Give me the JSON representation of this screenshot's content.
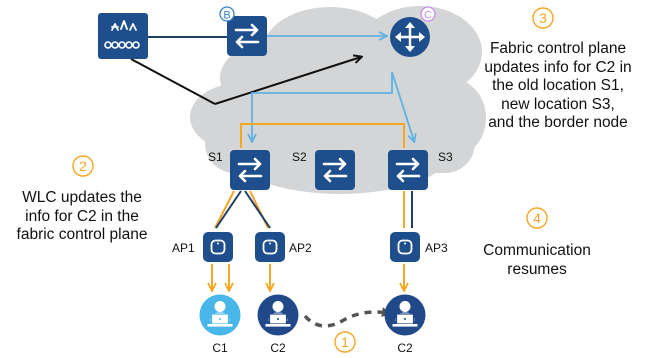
{
  "colors": {
    "cloud": "#d3d5d7",
    "node_blue": "#1e4f8c",
    "orange": "#f5a623",
    "light_blue": "#5fb3e3",
    "dark_blue_line": "#1f3f66",
    "black_arrow": "#111111",
    "client_light": "#49b6ea",
    "client_dark": "#21498a",
    "badge_b": "#3a82c4",
    "badge_c": "#c88ee6",
    "path_gray": "#555555"
  },
  "icons": {
    "wlc": "wlc-icon",
    "switch": "switch-icon",
    "router": "router-icon",
    "access_point": "access-point-icon",
    "client": "laptop-user-icon"
  },
  "badges": {
    "border": "B",
    "control": "C"
  },
  "switches": {
    "s1": "S1",
    "s2": "S2",
    "s3": "S3"
  },
  "access_points": {
    "ap1": "AP1",
    "ap2": "AP2",
    "ap3": "AP3"
  },
  "clients": {
    "c1": "C1",
    "c2_old": "C2",
    "c2_new": "C2"
  },
  "steps": [
    {
      "number": "1"
    },
    {
      "number": "2",
      "lines": [
        "WLC updates the",
        "info for C2 in the",
        "fabric control plane"
      ]
    },
    {
      "number": "3",
      "lines": [
        "Fabric control plane",
        "updates info for C2 in",
        "the old location S1,",
        "new location S3,",
        "and the border node"
      ]
    },
    {
      "number": "4",
      "lines": [
        "Communication",
        "resumes"
      ]
    }
  ]
}
